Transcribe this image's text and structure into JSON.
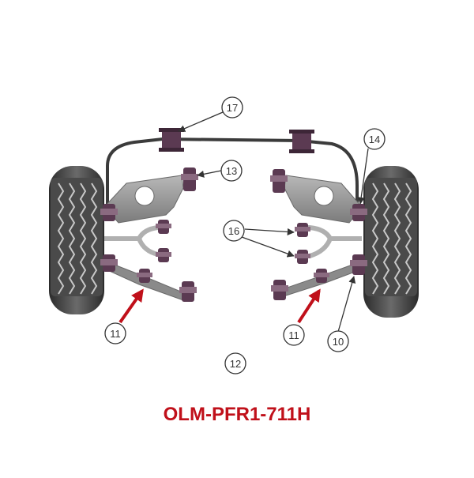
{
  "diagram": {
    "part_number": "OLM-PFR1-711H",
    "callouts": {
      "c17": "17",
      "c14": "14",
      "c13": "13",
      "c16": "16",
      "c11_left": "11",
      "c11_right": "11",
      "c10": "10",
      "c12": "12"
    },
    "colors": {
      "tyre": "#3a3a3a",
      "tread": "#bdbdbd",
      "arm": "#8a8a8a",
      "bush": "#5b3a52",
      "bush_highlight": "#8a6a80",
      "bar": "#3b3b3b",
      "leader": "#333333",
      "red_arrow": "#c0101a",
      "title": "#c0101a"
    }
  }
}
